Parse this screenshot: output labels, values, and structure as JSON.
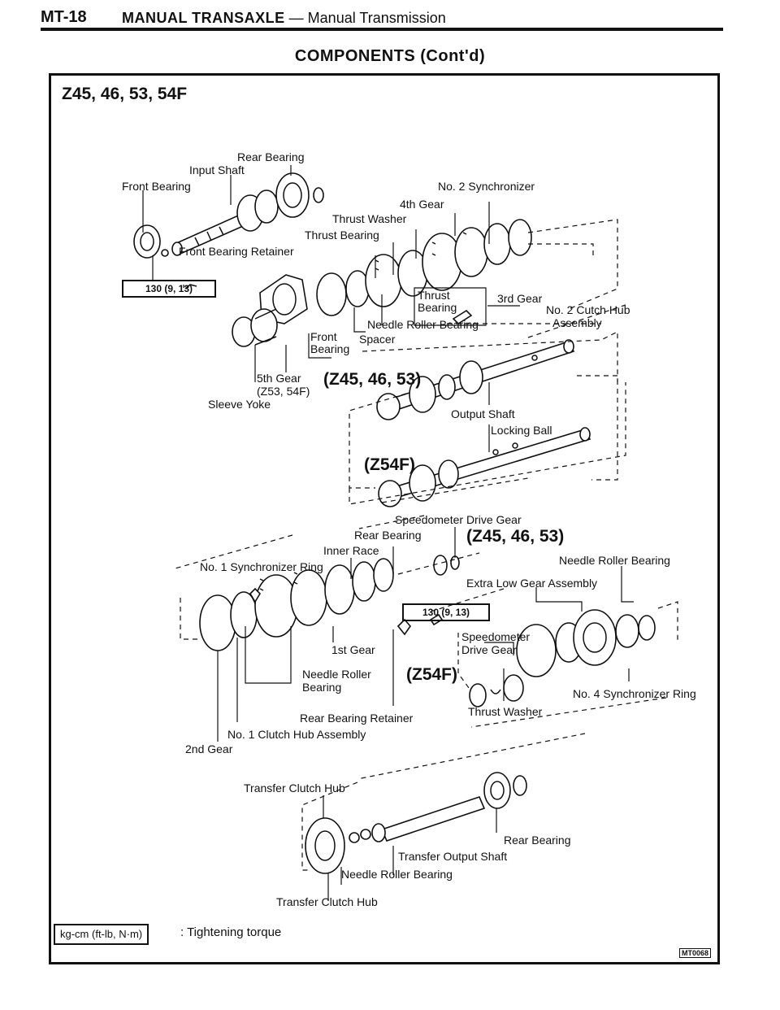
{
  "header": {
    "page_number": "MT-18",
    "section_bold": "MANUAL TRANSAXLE",
    "section_rest": " — Manual Transmission"
  },
  "page_heading": "COMPONENTS (Cont'd)",
  "model_heading": "Z45, 46, 53, 54F",
  "labels": {
    "rear_bearing_top": "Rear Bearing",
    "input_shaft": "Input Shaft",
    "front_bearing": "Front Bearing",
    "no2_synchronizer": "No. 2 Synchronizer",
    "fourth_gear": "4th Gear",
    "thrust_washer_top": "Thrust Washer",
    "thrust_bearing": "Thrust Bearing",
    "front_bearing_retainer": "Front Bearing Retainer",
    "thrust_bearing_split_1": "Thrust",
    "thrust_bearing_split_2": "Bearing",
    "third_gear": "3rd Gear",
    "no2_clutch_hub_1": "No. 2 Cutch Hub",
    "no2_clutch_hub_2": "Assembly",
    "needle_roller_bearing_top": "Needle Roller Bearing",
    "front_bearing_lower_1": "Front",
    "front_bearing_lower_2": "Bearing",
    "spacer": "Spacer",
    "fifth_gear": "5th Gear",
    "fifth_gear_variant": "(Z53, 54F)",
    "sleeve_yoke": "Sleeve Yoke",
    "output_shaft": "Output Shaft",
    "locking_ball": "Locking Ball",
    "speedometer_drive_gear_top": "Speedometer Drive Gear",
    "rear_bearing_mid": "Rear Bearing",
    "inner_race": "Inner Race",
    "no1_synchronizer_ring": "No. 1 Synchronizer Ring",
    "needle_roller_bearing_right": "Needle Roller Bearing",
    "extra_low_gear_assembly": "Extra Low Gear Assembly",
    "speedometer_drive_gear_1": "Speedometer",
    "speedometer_drive_gear_2": "Drive Gear",
    "first_gear": "1st Gear",
    "needle_roller_bearing_mid_1": "Needle Roller",
    "needle_roller_bearing_mid_2": "Bearing",
    "no4_synchronizer_ring": "No. 4 Synchronizer Ring",
    "rear_bearing_retainer": "Rear Bearing Retainer",
    "thrust_washer_bottom": "Thrust Washer",
    "no1_clutch_hub_assembly": "No. 1 Clutch Hub Assembly",
    "second_gear": "2nd Gear",
    "transfer_clutch_hub_top": "Transfer Clutch Hub",
    "rear_bearing_bottom": "Rear Bearing",
    "transfer_output_shaft": "Transfer Output Shaft",
    "needle_roller_bearing_bottom": "Needle Roller Bearing",
    "transfer_clutch_hub_bottom": "Transfer Clutch Hub"
  },
  "variant_labels": {
    "z45_46_53_upper": "(Z45, 46, 53)",
    "z54f_upper": "(Z54F)",
    "z45_46_53_lower": "(Z45, 46, 53)",
    "z54f_lower": "(Z54F)"
  },
  "torque_specs": {
    "front_retainer": "130 (9, 13)",
    "rear_retainer": "130 (9, 13)"
  },
  "legend": {
    "unit_box": "kg-cm (ft-lb, N·m)",
    "description": ": Tightening torque"
  },
  "figure_code": "MT0068"
}
